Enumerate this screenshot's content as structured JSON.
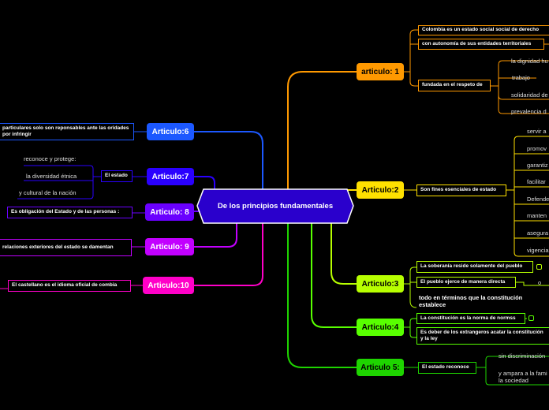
{
  "center": {
    "label": "De los principios fundamentales"
  },
  "colors": {
    "a1": "#ff9900",
    "a2": "#ffe100",
    "a3": "#b7ff00",
    "a4": "#58ff00",
    "a5": "#1ed400",
    "a6": "#1c58ff",
    "a7": "#2a00ff",
    "a8": "#6a00ff",
    "a9": "#c200ff",
    "a10": "#ff00c8",
    "center_fill": "#2a00cc"
  },
  "right": {
    "art1": {
      "label": "articulo: 1",
      "items": [
        "Colombia es un estado social social de derecho",
        "con autonomía de sus entidades territoriales",
        "fundada en el respeto de"
      ],
      "sub": [
        "la dignidad hu",
        "trabajo",
        "solidaridad de",
        "prevalencia d"
      ]
    },
    "art2": {
      "label": "Articulo:2",
      "item": "Son fines esenciales de estado",
      "sub": [
        "servir a",
        "promov",
        "garantiz",
        "facilitar",
        "Defende",
        "manten",
        "asegura",
        "vigencia"
      ]
    },
    "art3": {
      "label": "Articulo:3",
      "items": [
        "La soberanía reside solamente del pueblo",
        "El pueblo ejerce de  manera directa"
      ],
      "sub": "o po",
      "extra": "todo en términos que la constitución establece"
    },
    "art4": {
      "label": "Articulo:4",
      "items": [
        "La constitución es la norma de normss",
        "Es deber de los extrangeros acatar la constitución y la ley"
      ]
    },
    "art5": {
      "label": "Articulo 5:",
      "item": "El estado reconoce",
      "sub": [
        "sin discriminación",
        "y ampara a la fami la sociedad"
      ]
    }
  },
  "left": {
    "art6": {
      "label": "Articulo:6",
      "item": "particulares solo son reponsables  ante  las oridades por infringir"
    },
    "art7": {
      "label": "Articulo:7",
      "item": "El estado",
      "sub": [
        "reconoce y protege:",
        "la diversidad étnica",
        "y cultural de la nación"
      ]
    },
    "art8": {
      "label": "Articulo: 8",
      "item": "Es obligación del Estado y de las personas :"
    },
    "art9": {
      "label": "Articulo: 9",
      "item": "relaciones exteriores del estado se damentan"
    },
    "art10": {
      "label": "Articulo:10",
      "item": "El castellano es el idioma oficial de combia"
    }
  }
}
